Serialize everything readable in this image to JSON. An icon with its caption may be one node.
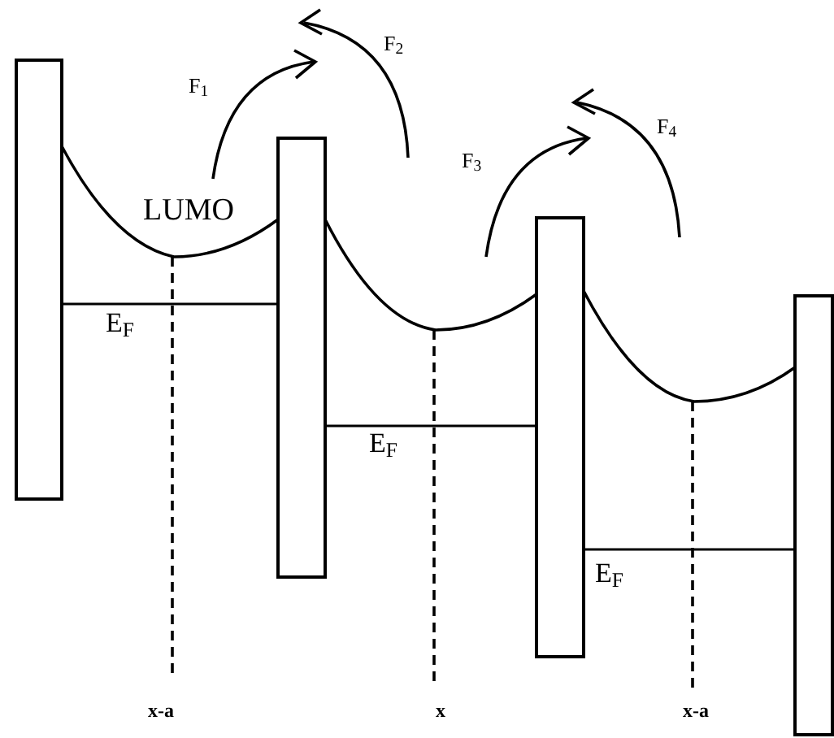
{
  "diagram": {
    "labels": [
      "F$_{2}$",
      "F$_{1}$",
      "F$_{4}$",
      "F$_{3}$",
      "LUMO",
      "E$_{F}$",
      "E$_{F}$",
      "E$_{F}$",
      "x-a",
      "x",
      "x-a"
    ]
  }
}
